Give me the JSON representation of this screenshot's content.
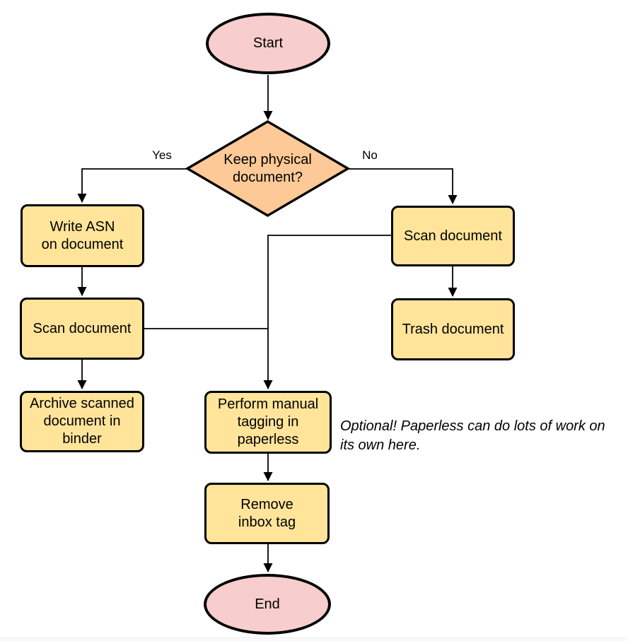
{
  "canvas": {
    "background": "#ffffff"
  },
  "colors": {
    "canvas_bg": "#ffffff",
    "terminal_fill": "#f8cdcd",
    "decision_fill": "#fdc996",
    "process_fill": "#ffe49a",
    "stroke": "#000000"
  },
  "nodes": {
    "start": {
      "type": "terminal",
      "label": "Start",
      "lines": [
        "Start"
      ]
    },
    "decision": {
      "type": "decision",
      "label": "Keep physical document?",
      "lines": [
        "Keep physical",
        "document?"
      ]
    },
    "write_asn": {
      "type": "process",
      "label": "Write ASN on document",
      "lines": [
        "Write ASN",
        "on document"
      ]
    },
    "scan_left": {
      "type": "process",
      "label": "Scan document",
      "lines": [
        "Scan document"
      ]
    },
    "archive": {
      "type": "process",
      "label": "Archive scanned document in binder",
      "lines": [
        "Archive scanned",
        "document in",
        "binder"
      ]
    },
    "scan_right": {
      "type": "process",
      "label": "Scan document",
      "lines": [
        "Scan document"
      ]
    },
    "trash": {
      "type": "process",
      "label": "Trash document",
      "lines": [
        "Trash document"
      ]
    },
    "tagging": {
      "type": "process",
      "label": "Perform manual tagging in paperless",
      "lines": [
        "Perform manual",
        "tagging in",
        "paperless"
      ]
    },
    "remove_inbox": {
      "type": "process",
      "label": "Remove inbox tag",
      "lines": [
        "Remove",
        "inbox tag"
      ]
    },
    "end": {
      "type": "terminal",
      "label": "End",
      "lines": [
        "End"
      ]
    }
  },
  "edge_labels": {
    "yes": "Yes",
    "no": "No"
  },
  "note": {
    "text": "Optional! Paperless can do lots of work on its own here.",
    "lines": [
      "Optional! Paperless can do lots of work on",
      "its own here."
    ]
  }
}
